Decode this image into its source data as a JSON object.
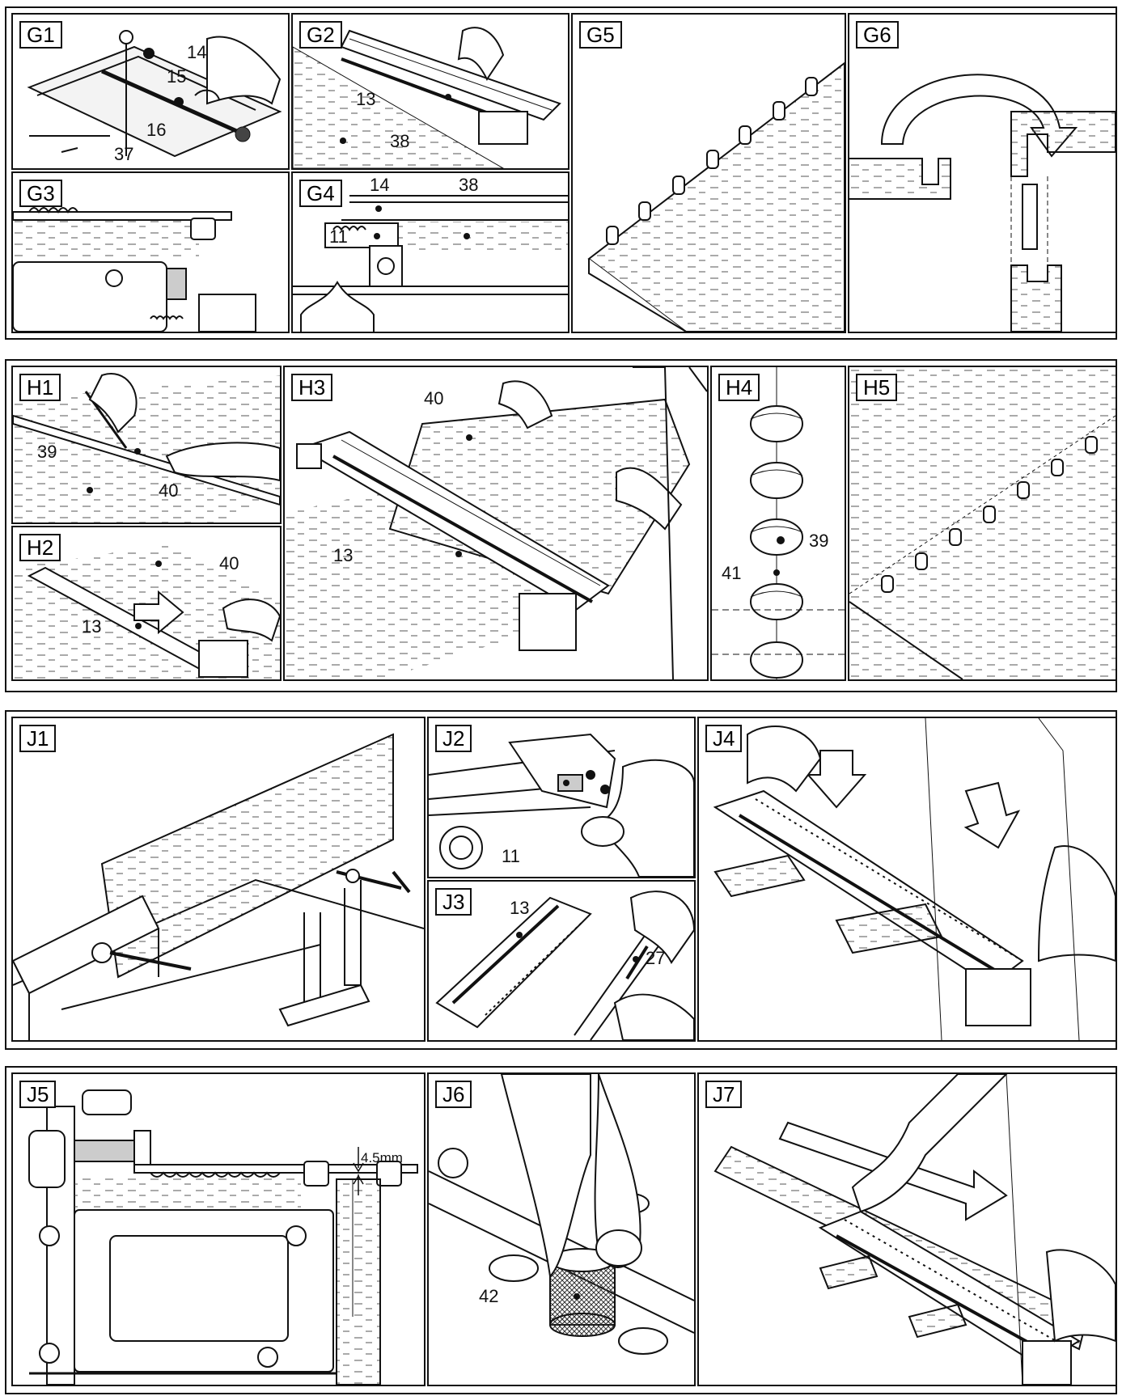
{
  "panels": {
    "G1": {
      "label": "G1",
      "callouts": [
        "14",
        "15",
        "16",
        "37"
      ]
    },
    "G2": {
      "label": "G2",
      "callouts": [
        "13",
        "38"
      ]
    },
    "G3": {
      "label": "G3"
    },
    "G4": {
      "label": "G4",
      "callouts": [
        "14",
        "38",
        "11"
      ]
    },
    "G5": {
      "label": "G5"
    },
    "G6": {
      "label": "G6"
    },
    "H1": {
      "label": "H1",
      "callouts": [
        "39",
        "40"
      ]
    },
    "H2": {
      "label": "H2",
      "callouts": [
        "40",
        "13"
      ]
    },
    "H3": {
      "label": "H3",
      "callouts": [
        "40",
        "13"
      ]
    },
    "H4": {
      "label": "H4",
      "callouts": [
        "39",
        "41"
      ]
    },
    "H5": {
      "label": "H5"
    },
    "J1": {
      "label": "J1"
    },
    "J2": {
      "label": "J2",
      "callouts": [
        "11"
      ]
    },
    "J3": {
      "label": "J3",
      "callouts": [
        "13",
        "27"
      ]
    },
    "J4": {
      "label": "J4"
    },
    "J5": {
      "label": "J5",
      "callouts": [
        "4.5mm"
      ]
    },
    "J6": {
      "label": "J6",
      "callouts": [
        "42"
      ]
    },
    "J7": {
      "label": "J7"
    }
  }
}
